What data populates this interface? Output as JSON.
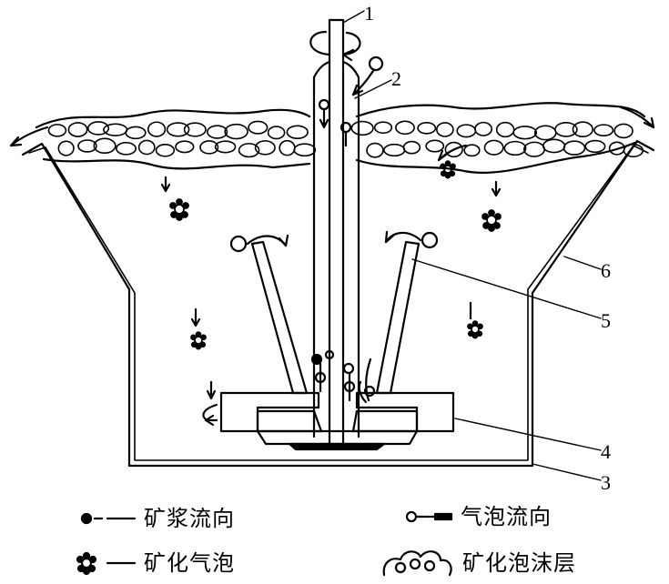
{
  "diagram": {
    "callouts": [
      {
        "id": "c1",
        "text": "1"
      },
      {
        "id": "c2",
        "text": "2"
      },
      {
        "id": "c3",
        "text": "3"
      },
      {
        "id": "c4",
        "text": "4"
      },
      {
        "id": "c5",
        "text": "5"
      },
      {
        "id": "c6",
        "text": "6"
      }
    ]
  },
  "legend": {
    "slurry_flow": "矿浆流向",
    "bubble_flow": "气泡流向",
    "mineralized_bubble": "矿化气泡",
    "mineralized_froth_layer": "矿化泡沫层"
  }
}
